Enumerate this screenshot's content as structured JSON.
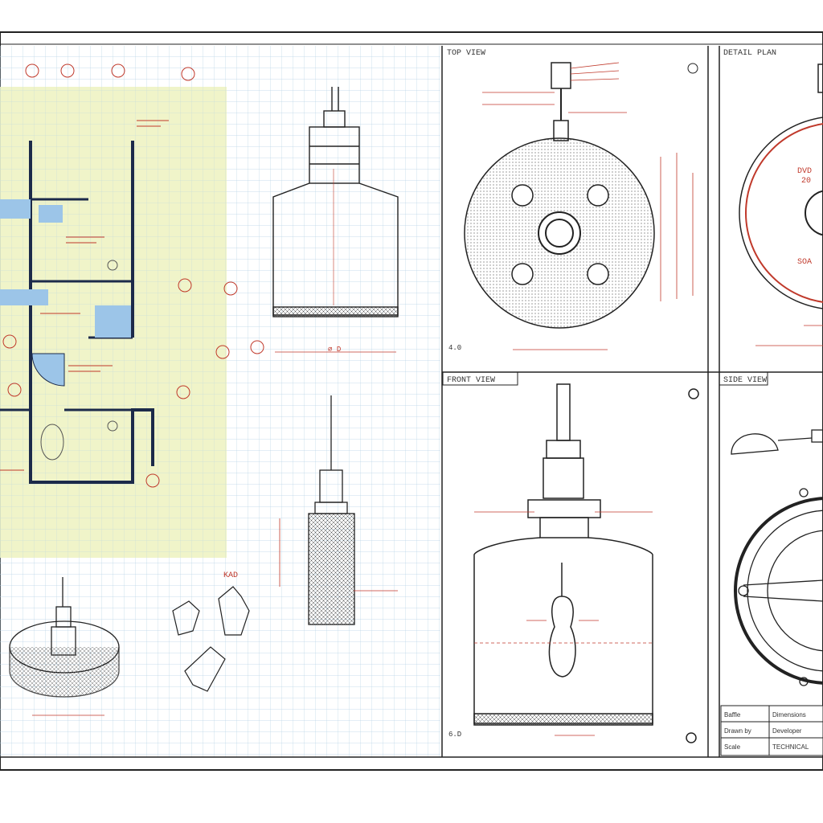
{
  "panels": {
    "top_view": {
      "title": "TOP VIEW"
    },
    "detail_plan": {
      "title": "DETAIL PLAN"
    },
    "front_view": {
      "title": "FRONT VIEW"
    },
    "side_view": {
      "title": "SIDE VIEW"
    }
  },
  "annotations": {
    "dim_bottom_left": "⌀ D",
    "callout_small": "4.0",
    "front_note": "6.D",
    "detail_value": "20",
    "detail_label": "DVD",
    "detail_cut": "SOA",
    "label_kit": "KAD"
  },
  "title_block": {
    "row1_key": "Baffle",
    "row1_val": "Dimensions",
    "row2_key": "Drawn by",
    "row2_val": "Developer",
    "row3_key": "Scale",
    "row3_val": "TECHNICAL"
  },
  "colors": {
    "grid": "#b9d4e6",
    "plan_fill": "#eef3c3",
    "dimension": "#c0392b",
    "ink": "#222222"
  }
}
